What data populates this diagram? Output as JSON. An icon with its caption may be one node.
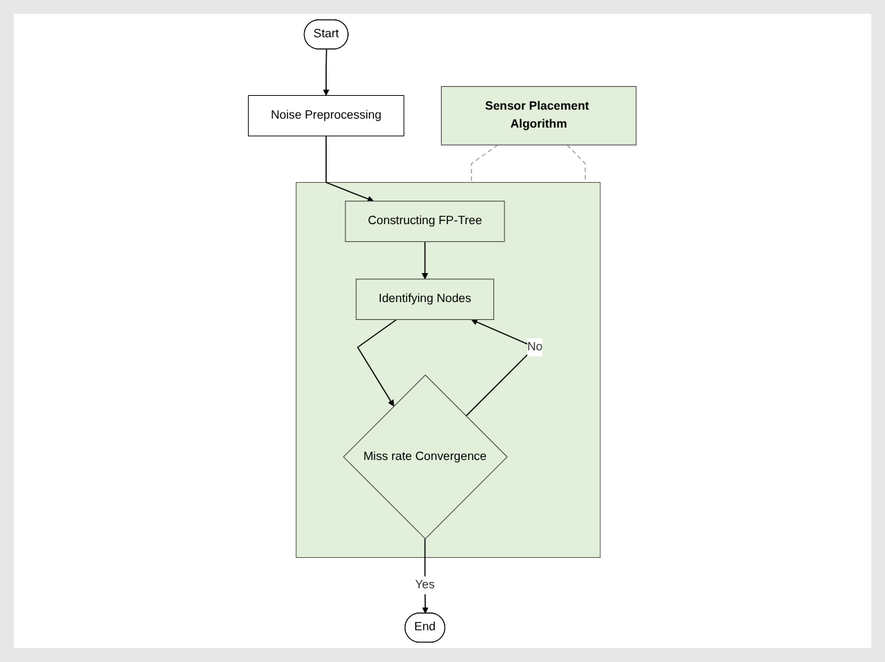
{
  "diagram": {
    "nodes": [
      {
        "text": [
          "Start"
        ]
      },
      {
        "text": [
          "Noise Preprocessing"
        ]
      },
      {
        "text": [
          "Sensor Placement Algorithm"
        ]
      },
      {
        "text": [
          "End"
        ]
      },
      {
        "text": [],
        "shape": "box"
      },
      {
        "text": [
          "Constructing FP-Tree"
        ],
        "in": 4
      },
      {
        "text": [
          "Identifying Nodes"
        ],
        "in": 4
      },
      {
        "text": [
          "Miss rate Convergence"
        ],
        "in": 4
      }
    ],
    "edges": [
      {
        "from": 0,
        "to": 1,
        "arrow": "to"
      },
      {
        "from": 1,
        "to": 5,
        "arrow": "to"
      },
      {
        "from": 5,
        "to": 6,
        "arrow": "to"
      },
      {
        "from": 6,
        "to": 7,
        "arrow": "to"
      },
      {
        "from": 7,
        "to": 6,
        "arrow": "to",
        "label": "No"
      },
      {
        "from": 7,
        "to": 3,
        "arrow": "to",
        "label": "Yes"
      },
      {
        "from": 2,
        "to": 4,
        "arrow": "none",
        "style": "dashed",
        "color": "#a6a6a6"
      },
      {
        "from": 2,
        "to": 4,
        "arrow": "none",
        "style": "dashed",
        "color": "#a6a6a6"
      }
    ]
  }
}
